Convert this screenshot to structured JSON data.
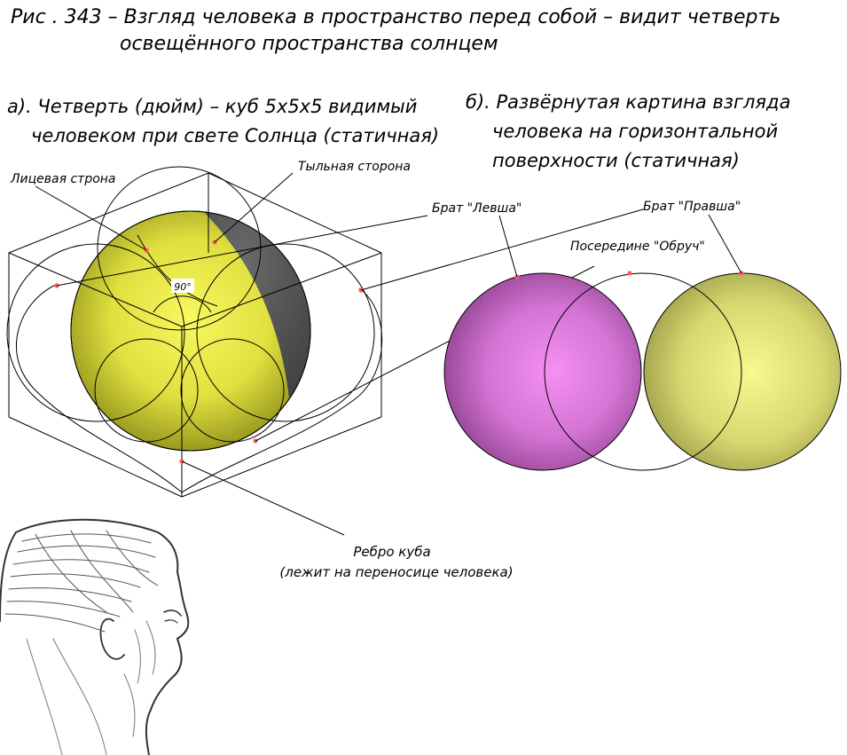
{
  "figure": {
    "title_line1": "Рис . 343 – Взгляд человека в пространство перед собой – видит четверть",
    "title_line2": "освещённого пространства солнцем"
  },
  "panel_a": {
    "heading_line1": "а). Четверть (дюйм) – куб 5х5х5 видимый",
    "heading_line2": "человеком при свете Солнца (статичная)",
    "front_side_label": "Лицевая строна",
    "back_side_label": "Тыльная сторона",
    "angle_label": "90°",
    "edge_label_line1": "Ребро куба",
    "edge_label_line2": "(лежит на переносице человека)"
  },
  "panel_b": {
    "heading_line1": "б). Развёрнутая картина взгляда",
    "heading_line2": "человека на горизонтальной",
    "heading_line3": "поверхности (статичная)",
    "left_brother_label": "Брат \"Левша\"",
    "right_brother_label": "Брат \"Правша\"",
    "hoop_label": "Посередине \"Обруч\""
  },
  "colors": {
    "sphere_yellow": "#f0f060",
    "sphere_dark": "#3a3a3a",
    "left_circle": "#f090f0",
    "right_circle": "#f4f490",
    "marker": "#ff5a5a"
  },
  "icons": {
    "head_sketch": "human-head-profile-icon"
  }
}
